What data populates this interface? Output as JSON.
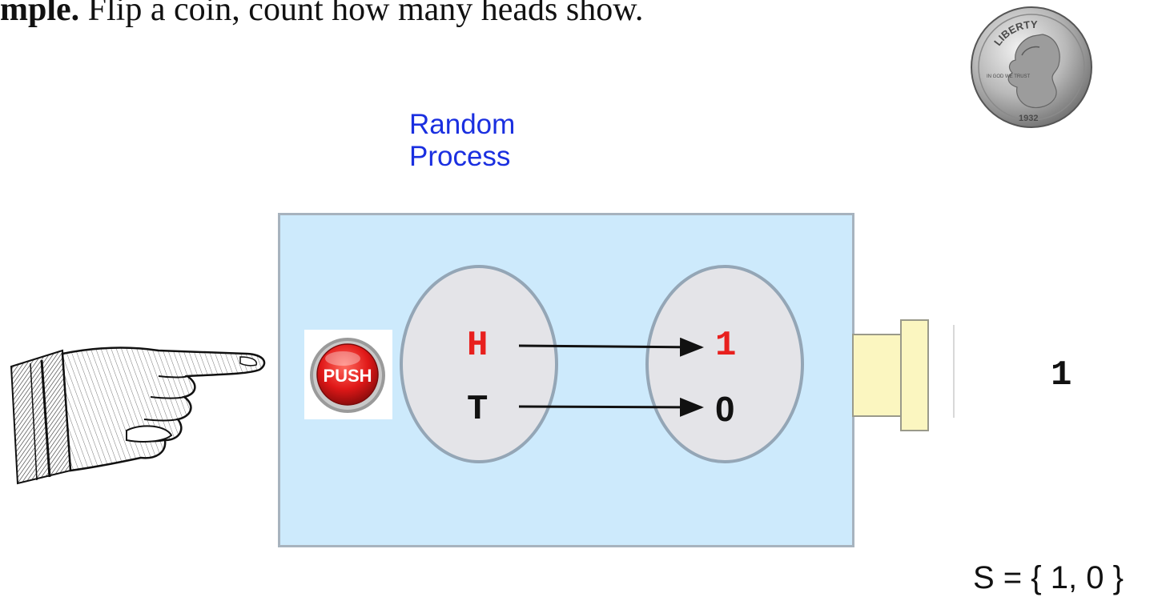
{
  "header": {
    "bold": "mple.",
    "rest": " Flip a coin, count how many heads show."
  },
  "coin": {
    "icon": "quarter-coin-icon",
    "inscriptions": [
      "LIBERTY",
      "IN GOD WE TRUST",
      "1932"
    ]
  },
  "process": {
    "label_line1": "Random",
    "label_line2": "Process",
    "button_label": "PUSH"
  },
  "mapping": {
    "inputs": [
      "H",
      "T"
    ],
    "outputs": [
      "1",
      "0"
    ]
  },
  "output_value": "1",
  "sample_space": "S = { 1, 0 }",
  "colors": {
    "label_blue": "#1a2fe0",
    "box_fill": "#cdeafc",
    "box_border": "#a7b3be",
    "circle_fill": "#e4e4e8",
    "circle_border": "#94a6b6",
    "highlight_red": "#e8201e",
    "plunger_fill": "#fbf6c0"
  }
}
